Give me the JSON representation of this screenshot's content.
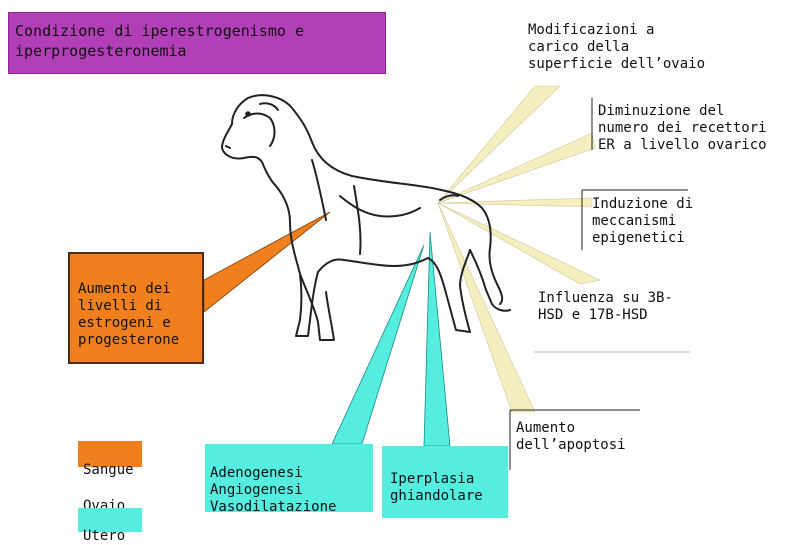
{
  "title": "Condizione di iperestrogenismo e iperprogesteronemia",
  "labels": {
    "ovary_surface": "Modificazioni a\ncarico della\nsuperficie dell’ovaio",
    "receptors": "Diminuzione del\nnumero dei recettori\nER a livello ovarico",
    "epigenetic": "Induzione di\nmeccanismi\nepigenetici",
    "hsd": "Influenza su 3B-\nHSD e 17B-HSD",
    "apoptosis": "Aumento\ndell’apoptosi",
    "hormones": "Aumento dei\nlivelli di\nestrogeni e\nprogesterone",
    "angiogenesis": "Adenogenesi\nAngiogenesi\nVasodilatazione",
    "hyperplasia": "Iperplasia\nghiandolare"
  },
  "legend": {
    "blood": "Sangue",
    "ovary": "Ovaio",
    "uterus": "Utero"
  },
  "colors": {
    "title_bg": "#b23fb8",
    "blood": "#f07f1e",
    "uterus": "#55ede0",
    "ovary_beam": "#f5efc0"
  }
}
